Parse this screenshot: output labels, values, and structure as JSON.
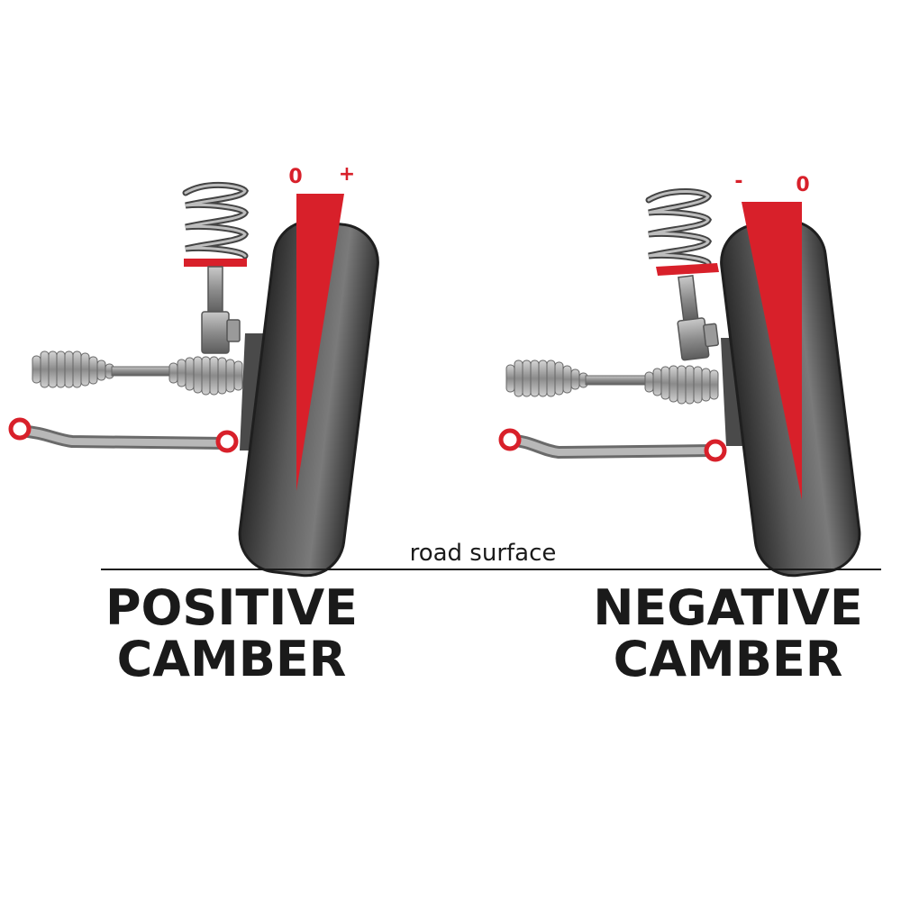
{
  "colors": {
    "accent_red": "#d8202a",
    "tire_dark": "#3a3a3a",
    "tire_mid": "#6e6e6e",
    "metal": "#9a9a9a",
    "metal_dark": "#555555",
    "text": "#1a1a1a"
  },
  "road_label": "road surface",
  "positive": {
    "mark_left": "0",
    "mark_right": "+",
    "title_line1": "POSITIVE",
    "title_line2": "CAMBER"
  },
  "negative": {
    "mark_left": "-",
    "mark_right": "0",
    "title_line1": "NEGATIVE",
    "title_line2": "CAMBER"
  },
  "icons": [
    "coil-spring-icon",
    "shock-absorber-icon",
    "cv-boot-icon",
    "control-arm-icon",
    "tire-icon",
    "camber-wedge-icon"
  ]
}
